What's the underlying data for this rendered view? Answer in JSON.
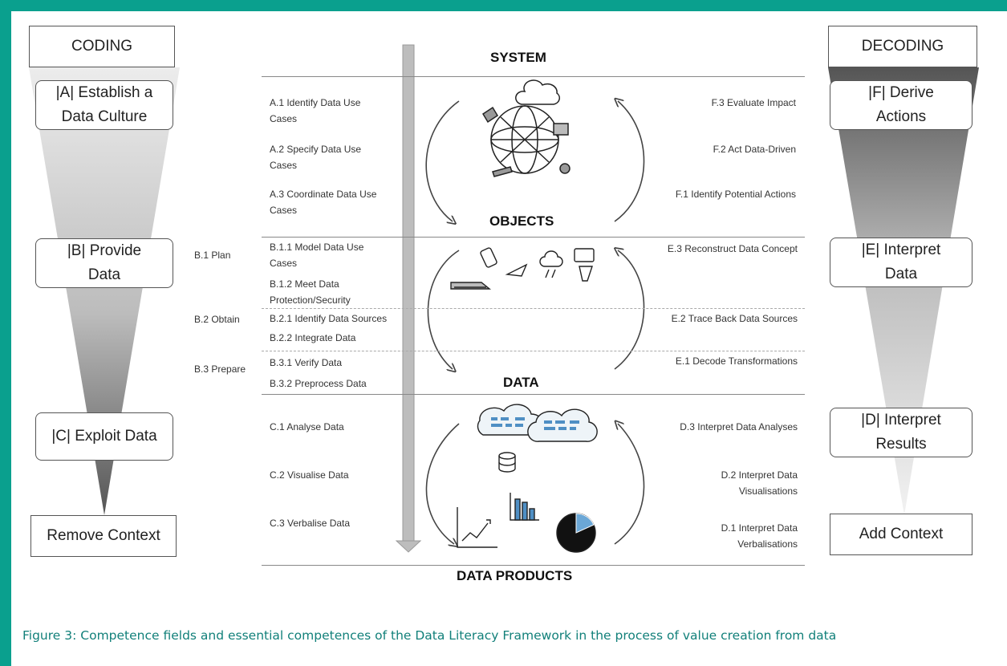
{
  "left_column": {
    "header": "CODING",
    "fields": [
      "|A| Establish a Data Culture",
      "|B| Provide Data",
      "|C| Exploit Data"
    ],
    "footer": "Remove Context"
  },
  "right_column": {
    "header": "DECODING",
    "fields": [
      "|F| Derive Actions",
      "|E| Interpret Data",
      "|D| Interpret Results"
    ],
    "footer": "Add Context"
  },
  "levels": {
    "system": "SYSTEM",
    "objects": "OBJECTS",
    "data": "DATA",
    "data_products": "DATA PRODUCTS"
  },
  "competences_a": [
    "A.1 Identify Data Use Cases",
    "A.2 Specify Data Use Cases",
    "A.3 Coordinate Data Use Cases"
  ],
  "competences_b_groups": [
    "B.1 Plan",
    "B.2 Obtain",
    "B.3 Prepare"
  ],
  "competences_b": [
    "B.1.1 Model Data Use Cases",
    "B.1.2 Meet Data Protection/Security",
    "B.2.1 Identify Data Sources",
    "B.2.2 Integrate Data",
    "B.3.1 Verify Data",
    "B.3.2 Preprocess Data"
  ],
  "competences_c": [
    "C.1 Analyse Data",
    "C.2 Visualise Data",
    "C.3 Verbalise Data"
  ],
  "competences_f": [
    "F.3 Evaluate Impact",
    "F.2 Act Data-Driven",
    "F.1 Identify Potential Actions"
  ],
  "competences_e": [
    "E.3 Reconstruct Data Concept",
    "E.2 Trace Back Data Sources",
    "E.1 Decode Transformations"
  ],
  "competences_d": [
    "D.3 Interpret Data Analyses",
    "D.2 Interpret Data Visualisations",
    "D.1 Interpret Data Verbalisations"
  ],
  "caption": "Figure 3: Competence fields and essential competences of the Data Literacy Framework in the process of value creation from data",
  "colors": {
    "frame": "#0aa08e",
    "caption_text": "#12807a"
  }
}
